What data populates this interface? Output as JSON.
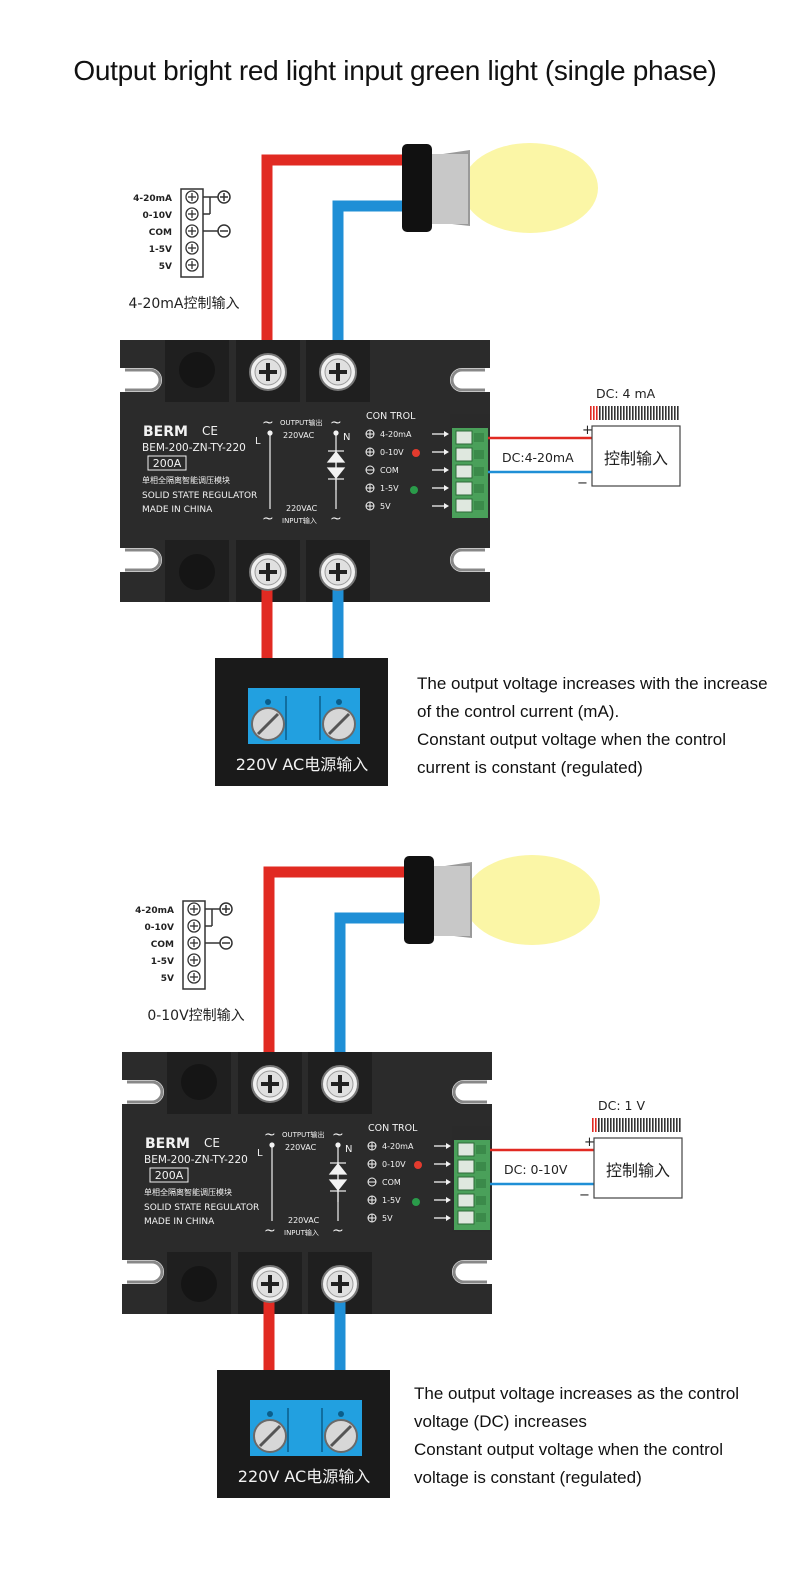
{
  "title": "Output bright red light input green light (single phase)",
  "colors": {
    "live_wire": "#e12a22",
    "neutral_wire": "#1f8fd6",
    "module_body": "#2b2b2b",
    "terminal_green": "#4aa05a",
    "lamp": "#fbf6a6",
    "power_block": "#22a0e0",
    "led_red": "#e33b2e",
    "led_green": "#2a9b4a"
  },
  "icons": [
    "screw-terminal-icon",
    "light-bulb-icon",
    "plus-icon",
    "minus-icon",
    "led-icon",
    "arrow-right-icon",
    "ac-tilde-icon",
    "diode-icon"
  ],
  "module": {
    "brand": "BERM",
    "cert": "CE",
    "model": "BEM-200-ZN-TY-220",
    "rating": "200A",
    "desc_cn": "单相全隔离智能调压模块",
    "type": "SOLID STATE REGULATOR",
    "origin": "MADE IN CHINA",
    "output_label": "OUTPUT输出",
    "output_voltage": "220VAC",
    "input_voltage": "220VAC",
    "input_label": "INPUT输入",
    "terminal_l": "L",
    "terminal_n": "N",
    "control_header": "CON TROL",
    "control_pins": [
      "4-20mA",
      "0-10V",
      "COM",
      "1-5V",
      "5V"
    ]
  },
  "legend_pins": [
    "4-20mA",
    "0-10V",
    "COM",
    "1-5V",
    "5V"
  ],
  "power_label": "220V AC电源输入",
  "sections": [
    {
      "legend_caption": "4-20mA控制输入",
      "meter": "DC: 4 mA",
      "signal": "DC:4-20mA",
      "controller": "控制输入",
      "plus": "+",
      "minus": "−",
      "description": [
        "The output voltage increases with the increase",
        "of the control current (mA).",
        "Constant output voltage when the control",
        "current is constant (regulated)"
      ]
    },
    {
      "legend_caption": "0-10V控制输入",
      "meter": "DC: 1 V",
      "signal": "DC: 0-10V",
      "controller": "控制输入",
      "plus": "+",
      "minus": "−",
      "description": [
        "The output voltage increases as the control",
        "voltage (DC) increases",
        "Constant output voltage when the control",
        "voltage is constant (regulated)"
      ]
    }
  ]
}
